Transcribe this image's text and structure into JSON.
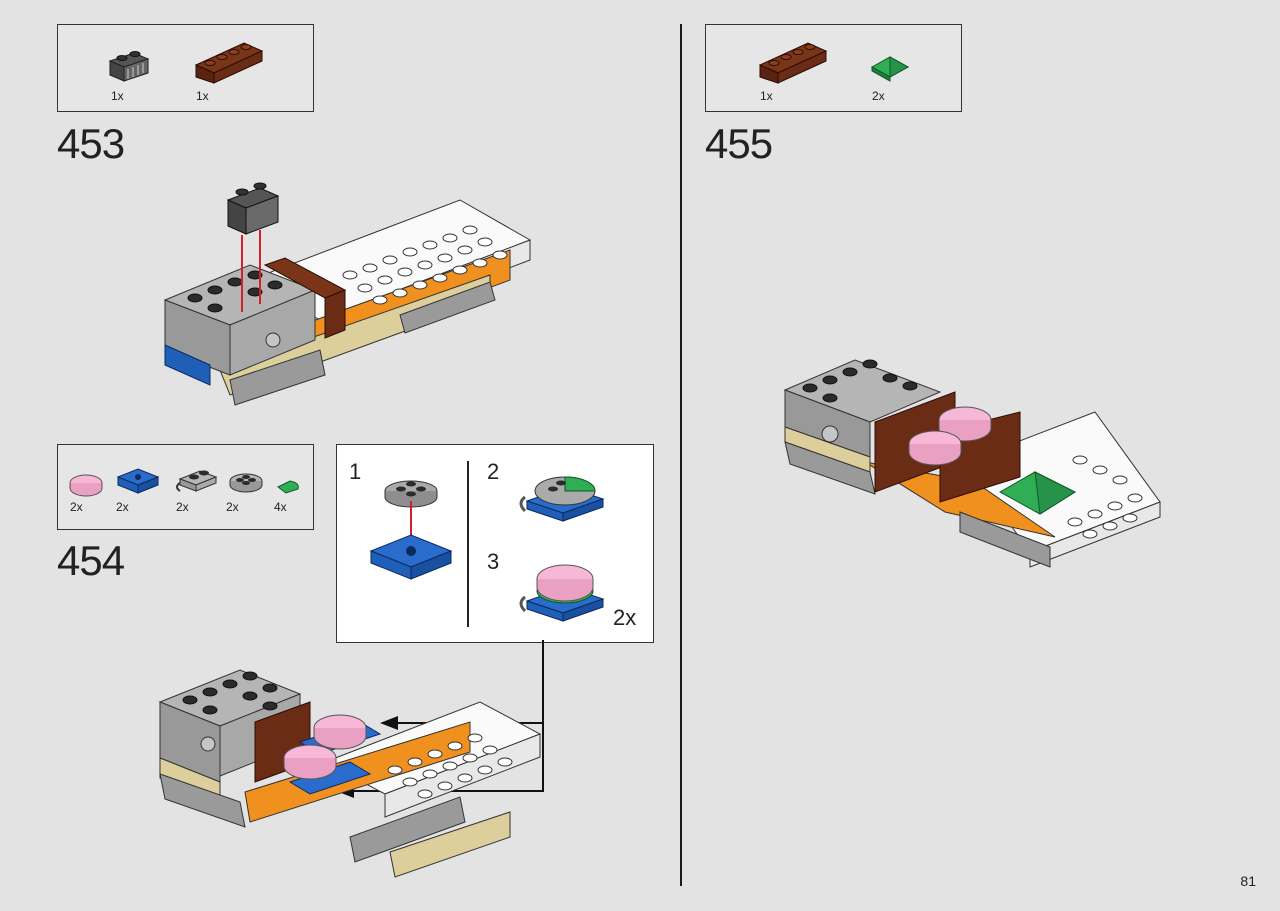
{
  "page_number": "81",
  "steps": [
    {
      "number": "453",
      "parts": [
        {
          "qty": "1x",
          "name": "black-brick-1x2-grille"
        },
        {
          "qty": "1x",
          "name": "reddish-brown-brick-1x4"
        }
      ]
    },
    {
      "number": "454",
      "parts": [
        {
          "qty": "2x",
          "name": "pink-round-tile-2x2"
        },
        {
          "qty": "2x",
          "name": "blue-plate-2x2-pin-hole"
        },
        {
          "qty": "2x",
          "name": "grey-plate-clip"
        },
        {
          "qty": "2x",
          "name": "grey-round-plate-2x2"
        },
        {
          "qty": "4x",
          "name": "green-quarter-tile"
        }
      ]
    },
    {
      "number": "455",
      "parts": [
        {
          "qty": "1x",
          "name": "reddish-brown-brick-1x4"
        },
        {
          "qty": "2x",
          "name": "green-slope-pyramid"
        }
      ]
    }
  ],
  "callout": {
    "sub1": "1",
    "sub2": "2",
    "sub3": "3",
    "multiplier": "2x"
  },
  "colors": {
    "pink": "#f6b8d6",
    "blue": "#1f5fb8",
    "green": "#2fae55",
    "brown": "#6b2c16",
    "grey": "#a0a0a0",
    "dark": "#2b2b2b",
    "red": "#d4202a",
    "orange": "#f0901e",
    "tan": "#dccf9c"
  }
}
